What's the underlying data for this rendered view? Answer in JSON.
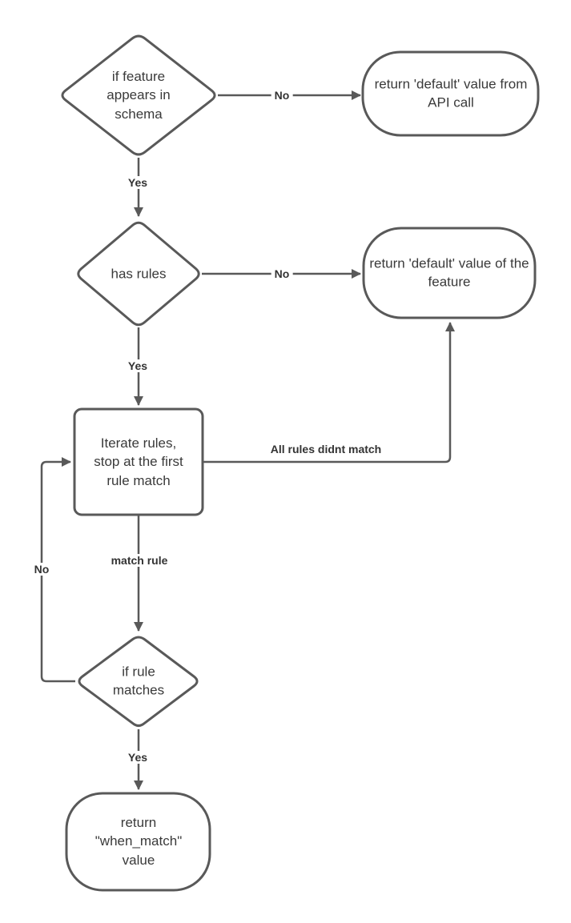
{
  "diagram": {
    "colors": {
      "stroke": "#595959",
      "node_fill": "#ffffff",
      "text": "#3a3a3a",
      "label_text": "#333333",
      "background": "#ffffff"
    },
    "nodes": {
      "feature_in_schema": {
        "type": "decision",
        "label": "if feature appears in schema"
      },
      "return_default_api": {
        "type": "terminator",
        "label": "return 'default' value from API call"
      },
      "has_rules": {
        "type": "decision",
        "label": "has rules"
      },
      "return_default_feature": {
        "type": "terminator",
        "label": "return 'default' value of the feature"
      },
      "iterate_rules": {
        "type": "process",
        "label": "Iterate rules, stop at the first rule match"
      },
      "rule_matches": {
        "type": "decision",
        "label": "if rule matches"
      },
      "return_when_match": {
        "type": "terminator",
        "label": "return \"when_match\" value"
      }
    },
    "edges": {
      "feature_no": {
        "from": "feature_in_schema",
        "to": "return_default_api",
        "label": "No"
      },
      "feature_yes": {
        "from": "feature_in_schema",
        "to": "has_rules",
        "label": "Yes"
      },
      "rules_no": {
        "from": "has_rules",
        "to": "return_default_feature",
        "label": "No"
      },
      "rules_yes": {
        "from": "has_rules",
        "to": "iterate_rules",
        "label": "Yes"
      },
      "all_no_match": {
        "from": "iterate_rules",
        "to": "return_default_feature",
        "label": "All rules didnt match"
      },
      "match_rule": {
        "from": "iterate_rules",
        "to": "rule_matches",
        "label": "match rule"
      },
      "rule_no": {
        "from": "rule_matches",
        "to": "iterate_rules",
        "label": "No"
      },
      "rule_yes": {
        "from": "rule_matches",
        "to": "return_when_match",
        "label": "Yes"
      }
    }
  }
}
